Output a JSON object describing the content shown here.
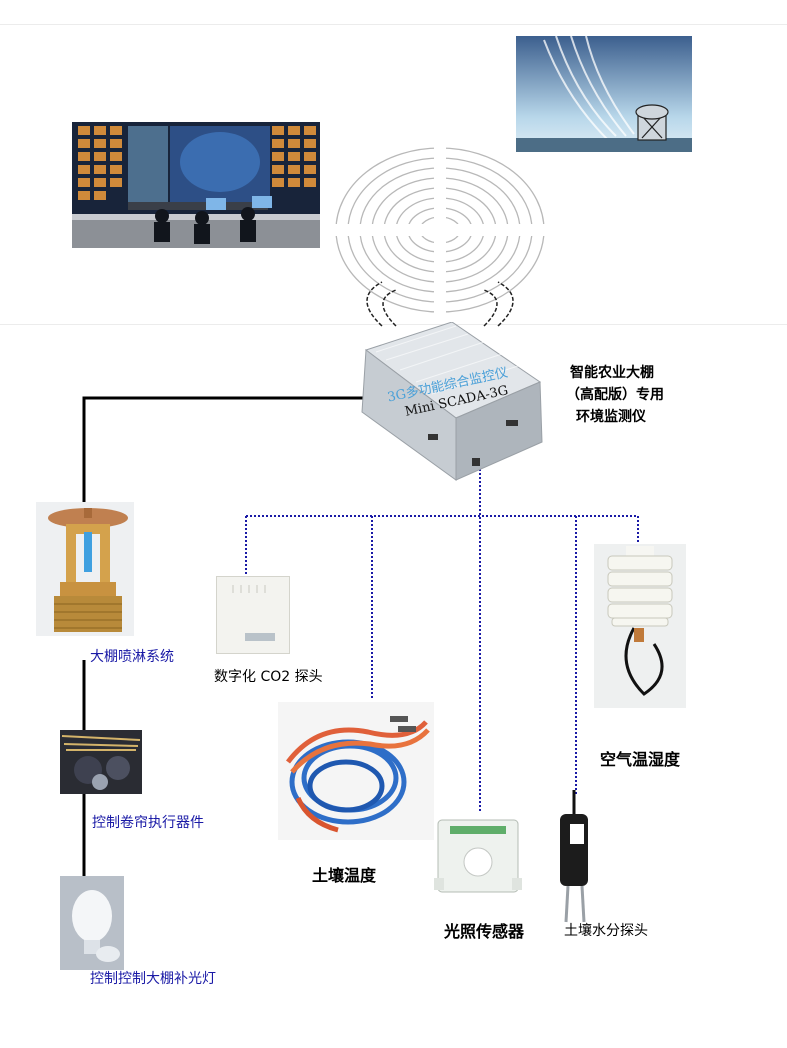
{
  "device": {
    "title_cn": "3G多功能综合监控仪",
    "title_en": "Mini SCADA-3G",
    "description": [
      "智能农业大棚",
      "（高配版）专用",
      "环境监测仪"
    ]
  },
  "actuators": {
    "sprinkler": "大棚喷淋系统",
    "curtain": "控制卷帘执行器件",
    "light": "控制控制大棚补光灯"
  },
  "sensors": {
    "co2": "数字化 CO2 探头",
    "soil_temp": "土壤温度",
    "light_sensor": "光照传感器",
    "soil_moisture": "土壤水分探头",
    "air_temp_humidity": "空气温湿度"
  },
  "colors": {
    "left_line": "#000000",
    "sensor_bus": "#1a1aa6",
    "label_blue": "#1a1aa6"
  }
}
